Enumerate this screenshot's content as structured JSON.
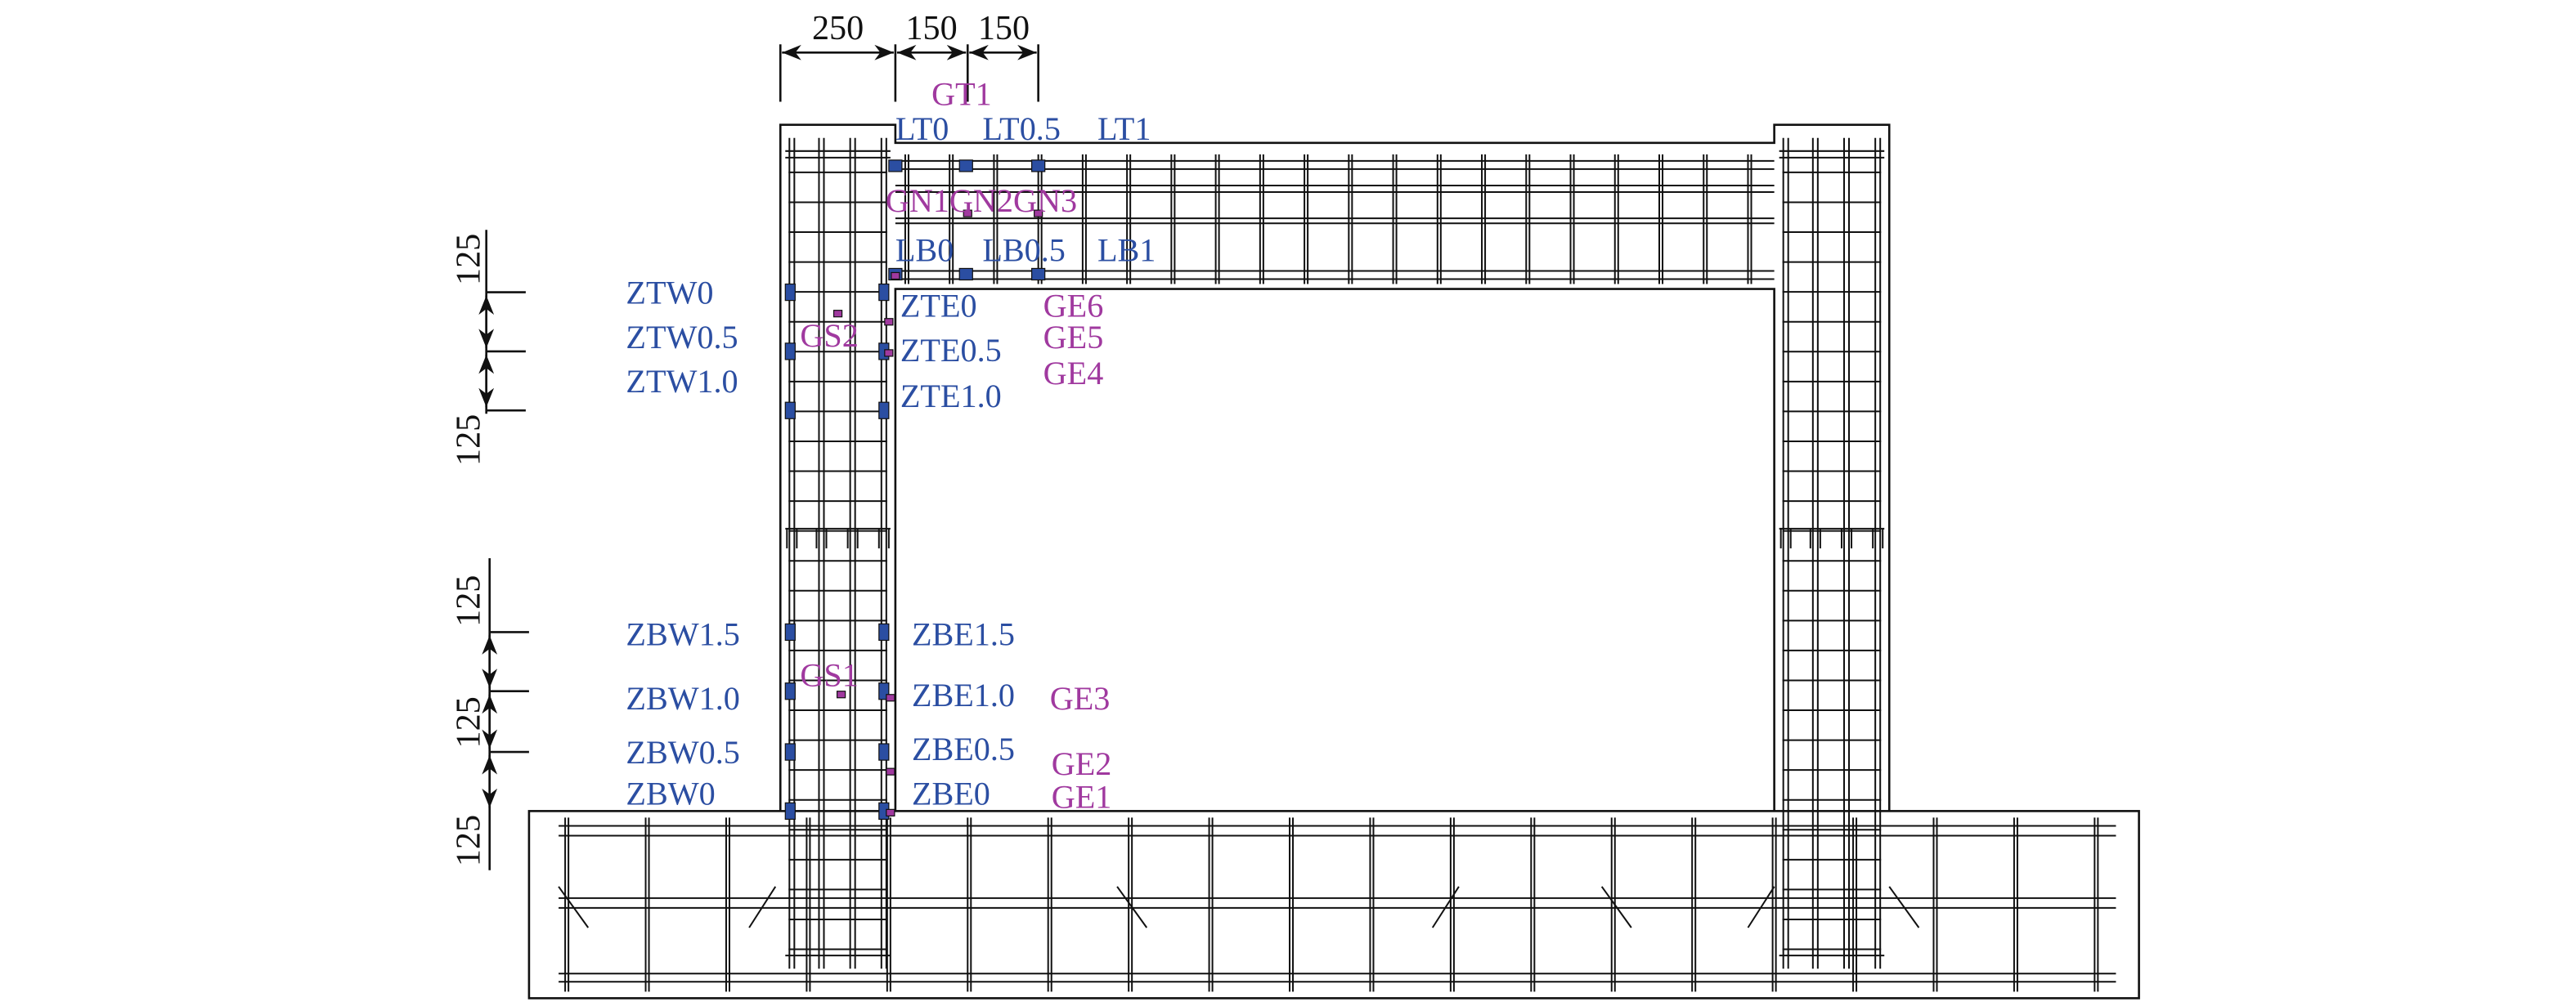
{
  "colors": {
    "sensor_blue": "#2b4ea2",
    "gauge_magenta": "#a0399f",
    "line": "#111111"
  },
  "dimensions": {
    "top": [
      "250",
      "150",
      "150"
    ],
    "left": [
      "125",
      "125",
      "125",
      "125",
      "125"
    ]
  },
  "beam_labels": {
    "gt1": "GT1",
    "lt0": "LT0",
    "lt05": "LT0.5",
    "lt1": "LT1",
    "gn": "GN1GN2GN3",
    "lb0": "LB0",
    "lb05": "LB0.5",
    "lb1": "LB1"
  },
  "top_column_labels": {
    "ztw0": "ZTW0",
    "ztw05": "ZTW0.5",
    "ztw10": "ZTW1.0",
    "zte0": "ZTE0",
    "zte05": "ZTE0.5",
    "zte10": "ZTE1.0",
    "gs2": "GS2",
    "ge6": "GE6",
    "ge5": "GE5",
    "ge4": "GE4"
  },
  "bottom_column_labels": {
    "zbw15": "ZBW1.5",
    "zbw10": "ZBW1.0",
    "zbw05": "ZBW0.5",
    "zbw0": "ZBW0",
    "zbe15": "ZBE1.5",
    "zbe10": "ZBE1.0",
    "zbe05": "ZBE0.5",
    "zbe0": "ZBE0",
    "gs1": "GS1",
    "ge3": "GE3",
    "ge2": "GE2",
    "ge1": "GE1"
  }
}
